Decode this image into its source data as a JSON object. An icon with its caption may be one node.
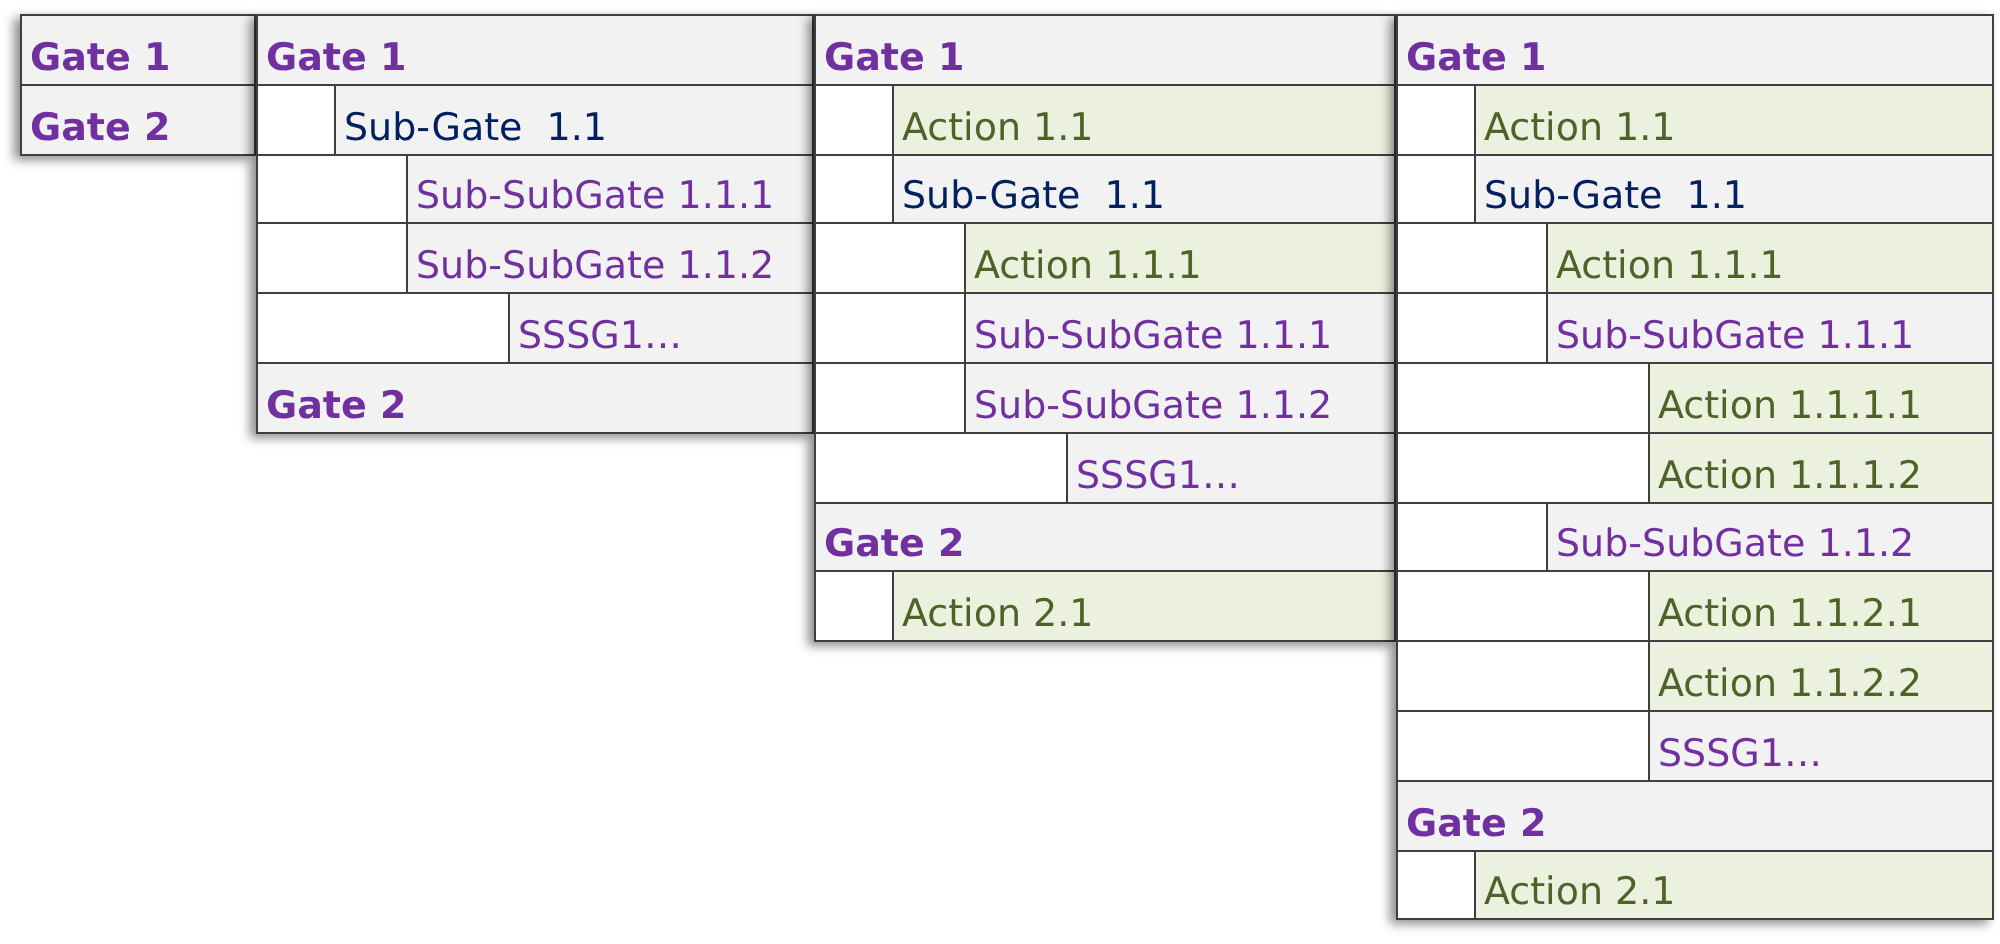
{
  "diagram": {
    "nodes": [
      {
        "text": [],
        "shape": "box"
      },
      {
        "text": [
          "Gate 1"
        ],
        "in": 0
      },
      {
        "text": [
          "Gate 2"
        ],
        "in": 0
      },
      {
        "text": [],
        "shape": "box"
      },
      {
        "text": [
          "Gate 1"
        ],
        "in": 3
      },
      {
        "text": [
          "Sub-Gate  1.1"
        ],
        "in": 3
      },
      {
        "text": [
          "Sub-SubGate 1.1.1"
        ],
        "in": 3
      },
      {
        "text": [
          "Sub-SubGate 1.1.2"
        ],
        "in": 3
      },
      {
        "text": [
          "SSSG1…"
        ],
        "in": 3
      },
      {
        "text": [
          "Gate 2"
        ],
        "in": 3
      },
      {
        "text": [],
        "shape": "box"
      },
      {
        "text": [
          "Gate 1"
        ],
        "in": 10
      },
      {
        "text": [
          "Action 1.1"
        ],
        "in": 10
      },
      {
        "text": [
          "Sub-Gate  1.1"
        ],
        "in": 10
      },
      {
        "text": [
          "Action 1.1.1"
        ],
        "in": 10
      },
      {
        "text": [
          "Sub-SubGate 1.1.1"
        ],
        "in": 10
      },
      {
        "text": [
          "Sub-SubGate 1.1.2"
        ],
        "in": 10
      },
      {
        "text": [
          "SSSG1…"
        ],
        "in": 10
      },
      {
        "text": [
          "Gate 2"
        ],
        "in": 10
      },
      {
        "text": [
          "Action 2.1"
        ],
        "in": 10
      },
      {
        "text": [],
        "shape": "box"
      },
      {
        "text": [
          "Gate 1"
        ],
        "in": 20
      },
      {
        "text": [
          "Action 1.1"
        ],
        "in": 20
      },
      {
        "text": [
          "Sub-Gate  1.1"
        ],
        "in": 20
      },
      {
        "text": [
          "Action 1.1.1"
        ],
        "in": 20
      },
      {
        "text": [
          "Sub-SubGate 1.1.1"
        ],
        "in": 20
      },
      {
        "text": [
          "Action 1.1.1.1"
        ],
        "in": 20
      },
      {
        "text": [
          "Action 1.1.1.2"
        ],
        "in": 20
      },
      {
        "text": [
          "Sub-SubGate 1.1.2"
        ],
        "in": 20
      },
      {
        "text": [
          "Action 1.1.2.1"
        ],
        "in": 20
      },
      {
        "text": [
          "Action 1.1.2.2"
        ],
        "in": 20
      },
      {
        "text": [
          "SSSG1…"
        ],
        "in": 20
      },
      {
        "text": [
          "Gate 2"
        ],
        "in": 20
      },
      {
        "text": [
          "Action 2.1"
        ],
        "in": 20
      }
    ]
  }
}
